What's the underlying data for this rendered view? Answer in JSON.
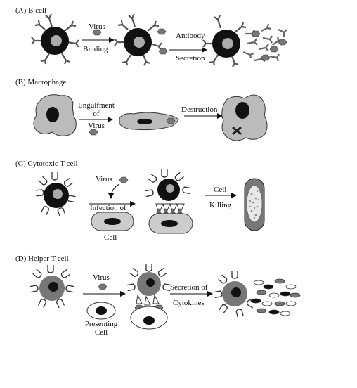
{
  "panels": {
    "a": {
      "title": "(A)  B cell",
      "virus": "Virus",
      "binding": "Binding",
      "antibody": "Antibody",
      "secretion": "Secretion"
    },
    "b": {
      "title": "(B)  Macrophage",
      "engulfment": "Engulfment",
      "of": "of",
      "virus": "Virus",
      "destruction": "Destruction"
    },
    "c": {
      "title": "(C)  Cytotoxic T cell",
      "virus": "Virus",
      "infection_of": "Infection of",
      "cell": "Cell",
      "cell2": "Cell",
      "killing": "Killing"
    },
    "d": {
      "title": "(D)  Helper T cell",
      "virus": "Virus",
      "presenting": "Presenting",
      "cell": "Cell",
      "secretion_of": "Secretion of",
      "cytokines": "Cytokines"
    }
  }
}
